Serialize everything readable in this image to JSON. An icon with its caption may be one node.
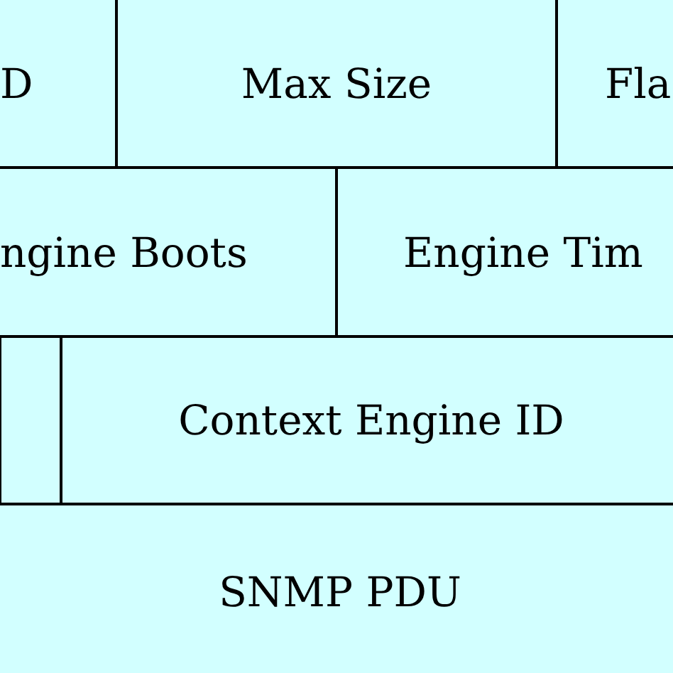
{
  "diagram": {
    "nodes": [
      {
        "text": [
          "D"
        ]
      },
      {
        "text": [
          "Max Size"
        ]
      },
      {
        "text": [
          "Fla"
        ]
      },
      {
        "text": [
          "ngine Boots"
        ]
      },
      {
        "text": [
          "Engine Tim"
        ]
      },
      {
        "text": [],
        "shape": "box"
      },
      {
        "text": [
          "Context Engine ID"
        ]
      },
      {
        "text": [
          "SNMP PDU"
        ]
      }
    ]
  }
}
